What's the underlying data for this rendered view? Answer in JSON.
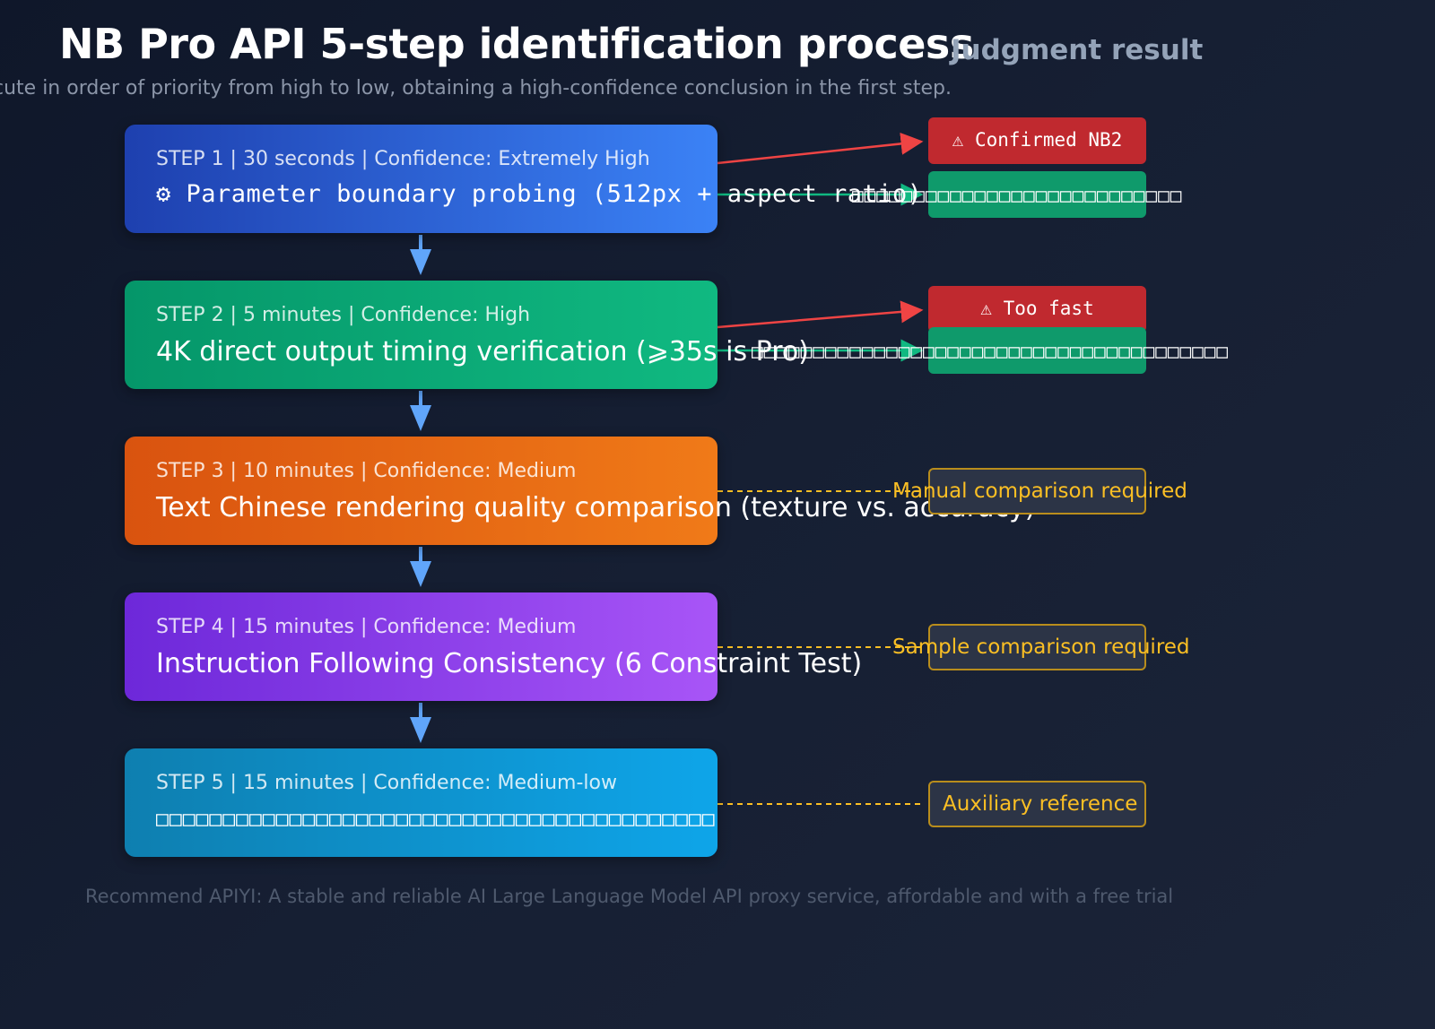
{
  "header": {
    "title": "NB Pro API 5-step identification process",
    "result_title": "Judgment result",
    "subtitle": "cute in order of priority from high to low, obtaining a high-confidence conclusion in the first step."
  },
  "steps": [
    {
      "meta": "STEP 1 | 30 seconds | Confidence: Extremely High",
      "desc": "⚙ Parameter boundary probing (512px + aspect ratio)",
      "color_from": "#1e40af",
      "color_to": "#3b82f6"
    },
    {
      "meta": "STEP 2 | 5 minutes | Confidence: High",
      "desc": "4K direct output timing verification (⩾35s is Pro)",
      "color_from": "#059669",
      "color_to": "#10b981"
    },
    {
      "meta": "STEP 3 | 10 minutes | Confidence: Medium",
      "desc": "Text Chinese rendering quality comparison (texture vs. accuracy)",
      "color_from": "#d9530f",
      "color_to": "#f07a18"
    },
    {
      "meta": "STEP 4 | 15 minutes | Confidence: Medium",
      "desc": "Instruction Following Consistency (6 Constraint Test)",
      "color_from": "#6d28d9",
      "color_to": "#a855f7"
    },
    {
      "meta": "STEP 5 | 15 minutes | Confidence: Medium-low",
      "desc": "□□□□□□□□□□□□□□□□□□□□□□□□□□□□□□□□□□□□□□□□□□",
      "color_from": "#0e7fb0",
      "color_to": "#0ea5e9"
    }
  ],
  "badges": {
    "step1_red": "⚠ Confirmed NB2",
    "step1_green_text": "□□□□□□□□□□□□□□□□□□□□□□□□□□□",
    "step2_red": "⚠ Too fast",
    "step2_green_text": "□□□□□□□□□□□□□□□□□□□□□□□□□□□□□□□□□□□□□□□",
    "step3": "Manual comparison required",
    "step4": "Sample comparison required",
    "step5": "Auxiliary reference"
  },
  "colors": {
    "red": "#ef4444",
    "green": "#10b981",
    "amber": "#fbbf24",
    "arrow_blue": "#60a5fa"
  },
  "footer": "Recommend APIYI: A stable and reliable AI Large Language Model API proxy service, affordable and with a free trial"
}
